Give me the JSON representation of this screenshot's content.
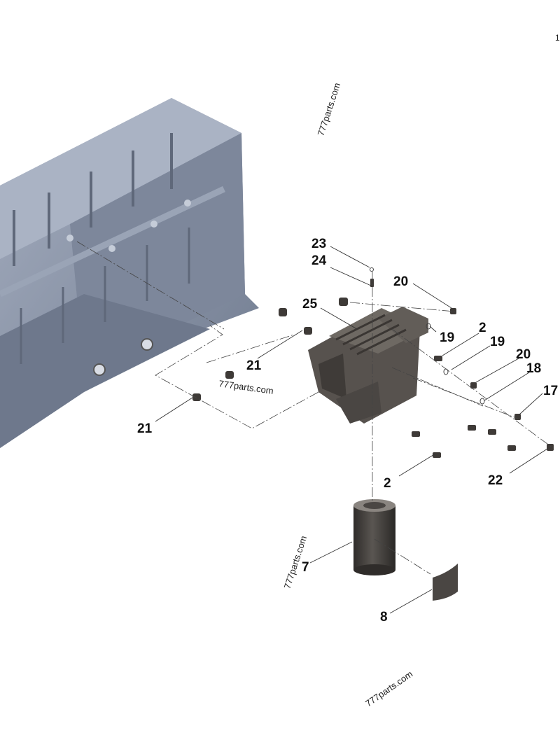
{
  "corner_mark": "1",
  "watermarks": [
    "777parts.com",
    "777parts.com",
    "777parts.com",
    "777parts.com"
  ],
  "callouts": [
    "23",
    "24",
    "20",
    "25",
    "19",
    "2",
    "19",
    "20",
    "18",
    "17",
    "21",
    "21",
    "2",
    "22",
    "7",
    "8"
  ],
  "colors": {
    "engine_block": "#8d97aa",
    "housing": "#4a4643",
    "filter": "#3f3c39",
    "lines": "#333333"
  }
}
